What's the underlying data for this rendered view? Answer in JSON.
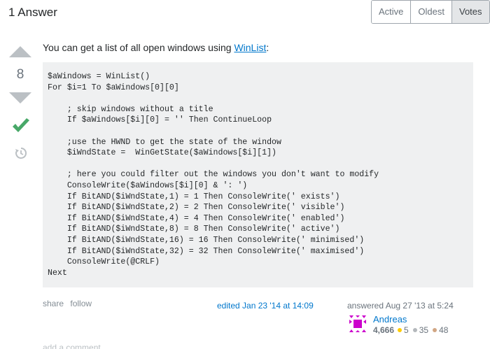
{
  "header": {
    "answer_count": "1 Answer",
    "sort_tabs": [
      "Active",
      "Oldest",
      "Votes"
    ],
    "active_tab": "Votes"
  },
  "vote": {
    "count": "8",
    "accepted": true
  },
  "post": {
    "intro_text": "You can get a list of all open windows using ",
    "link_text": "WinList",
    "intro_suffix": ":",
    "code": "$aWindows = WinList()\nFor $i=1 To $aWindows[0][0]\n\n    ; skip windows without a title\n    If $aWindows[$i][0] = '' Then ContinueLoop\n\n    ;use the HWND to get the state of the window\n    $iWndState =  WinGetState($aWindows[$i][1])\n\n    ; here you could filter out the windows you don't want to modify\n    ConsoleWrite($aWindows[$i][0] & ': ')\n    If BitAND($iWndState,1) = 1 Then ConsoleWrite(' exists')\n    If BitAND($iWndState,2) = 2 Then ConsoleWrite(' visible')\n    If BitAND($iWndState,4) = 4 Then ConsoleWrite(' enabled')\n    If BitAND($iWndState,8) = 8 Then ConsoleWrite(' active')\n    If BitAND($iWndState,16) = 16 Then ConsoleWrite(' minimised')\n    If BitAND($iWndState,32) = 32 Then ConsoleWrite(' maximised')\n    ConsoleWrite(@CRLF)\nNext"
  },
  "post_menu": {
    "share": "share",
    "follow": "follow"
  },
  "signature": {
    "edited": "edited Jan 23 '14 at 14:09",
    "answered": "answered Aug 27 '13 at 5:24",
    "user_name": "Andreas",
    "reputation": "4,666",
    "gold": "5",
    "silver": "35",
    "bronze": "48"
  },
  "comments": {
    "add_comment": "add a comment"
  },
  "colors": {
    "link": "#0077cc",
    "accepted": "#48a868",
    "code_bg": "#eff0f1",
    "avatar": "#cc00cc"
  }
}
